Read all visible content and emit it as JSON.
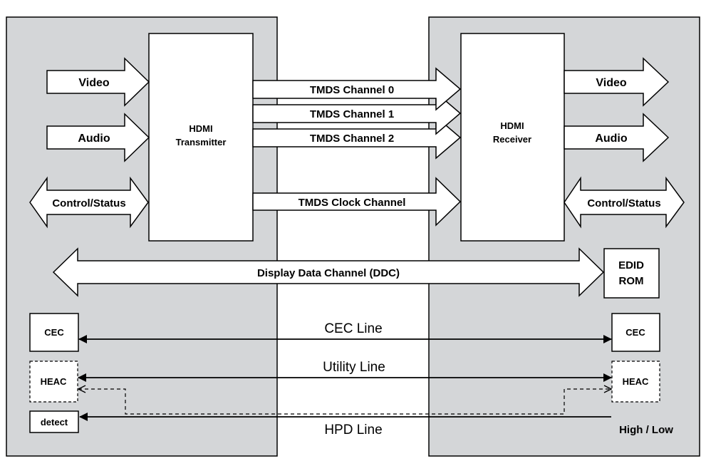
{
  "transmitter": {
    "title_line1": "HDMI",
    "title_line2": "Transmitter"
  },
  "receiver": {
    "title_line1": "HDMI",
    "title_line2": "Receiver"
  },
  "tx_inputs": {
    "video": "Video",
    "audio": "Audio",
    "control": "Control/Status"
  },
  "rx_outputs": {
    "video": "Video",
    "audio": "Audio",
    "control": "Control/Status"
  },
  "tmds": {
    "ch0": "TMDS Channel 0",
    "ch1": "TMDS Channel 1",
    "ch2": "TMDS Channel 2",
    "clock": "TMDS Clock Channel"
  },
  "ddc": {
    "label": "Display Data Channel (DDC)"
  },
  "edid": {
    "line1": "EDID",
    "line2": "ROM"
  },
  "tx_blocks": {
    "cec": "CEC",
    "heac": "HEAC",
    "detect": "detect"
  },
  "rx_blocks": {
    "cec": "CEC",
    "heac": "HEAC",
    "high_low": "High / Low"
  },
  "lines": {
    "cec": "CEC Line",
    "utility": "Utility Line",
    "hpd": "HPD Line"
  },
  "colors": {
    "panel": "#d4d6d8",
    "box": "#ffffff",
    "stroke": "#000000"
  }
}
